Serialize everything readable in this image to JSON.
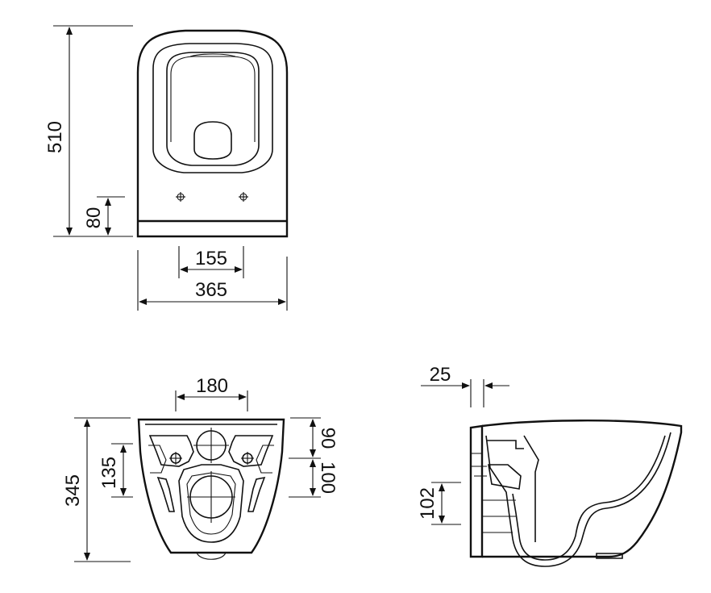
{
  "top_view": {
    "height_label": "510",
    "fixing_height_label": "80",
    "fixing_spacing_label": "155",
    "width_label": "365"
  },
  "rear_view": {
    "outlet_spacing_label": "180",
    "height_label": "345",
    "fixing_height_label": "135",
    "upper_gap_label": "90",
    "lower_gap_label": "100"
  },
  "side_view": {
    "wall_offset_label": "25",
    "outlet_height_label": "102"
  }
}
